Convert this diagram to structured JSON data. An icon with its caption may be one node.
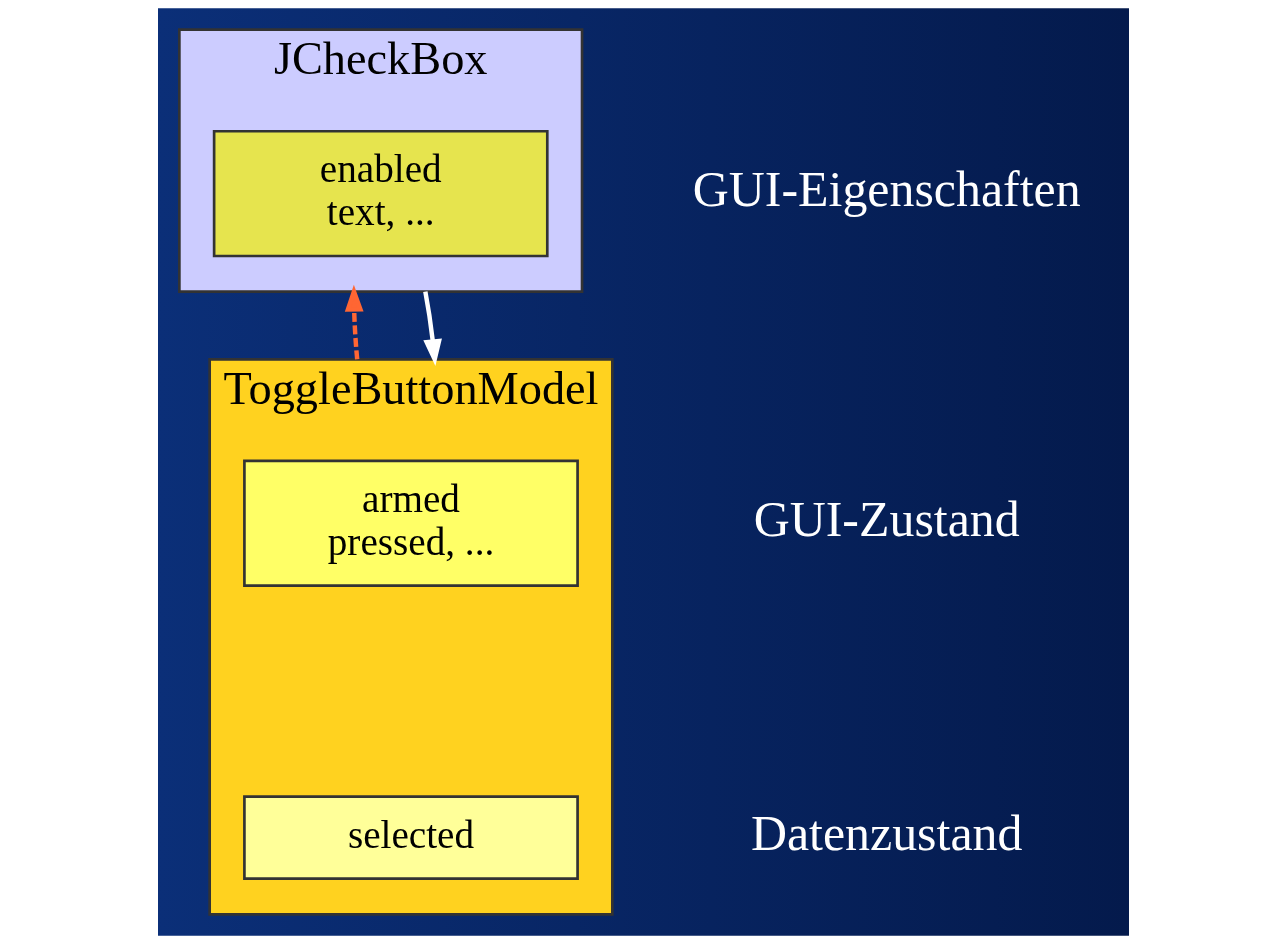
{
  "diagram": {
    "nodes": [
      {
        "text": [
          "JCheckBox"
        ]
      },
      {
        "text": [
          "enabled",
          "text, ..."
        ],
        "in": 0
      },
      {
        "text": [
          "ToggleButtonModel"
        ]
      },
      {
        "text": [
          "armed",
          "pressed, ..."
        ],
        "in": 2
      },
      {
        "text": [
          "selected"
        ],
        "in": 2
      }
    ],
    "edges": [
      {
        "from": 0,
        "to": 2,
        "arrow": "to",
        "color": "#ffffff"
      },
      {
        "from": 2,
        "to": 0,
        "arrow": "to",
        "style": "dashed",
        "color": "#ff6633"
      }
    ],
    "labels": [
      "GUI-Eigenschaften",
      "GUI-Zustand",
      "Datenzustand"
    ]
  }
}
